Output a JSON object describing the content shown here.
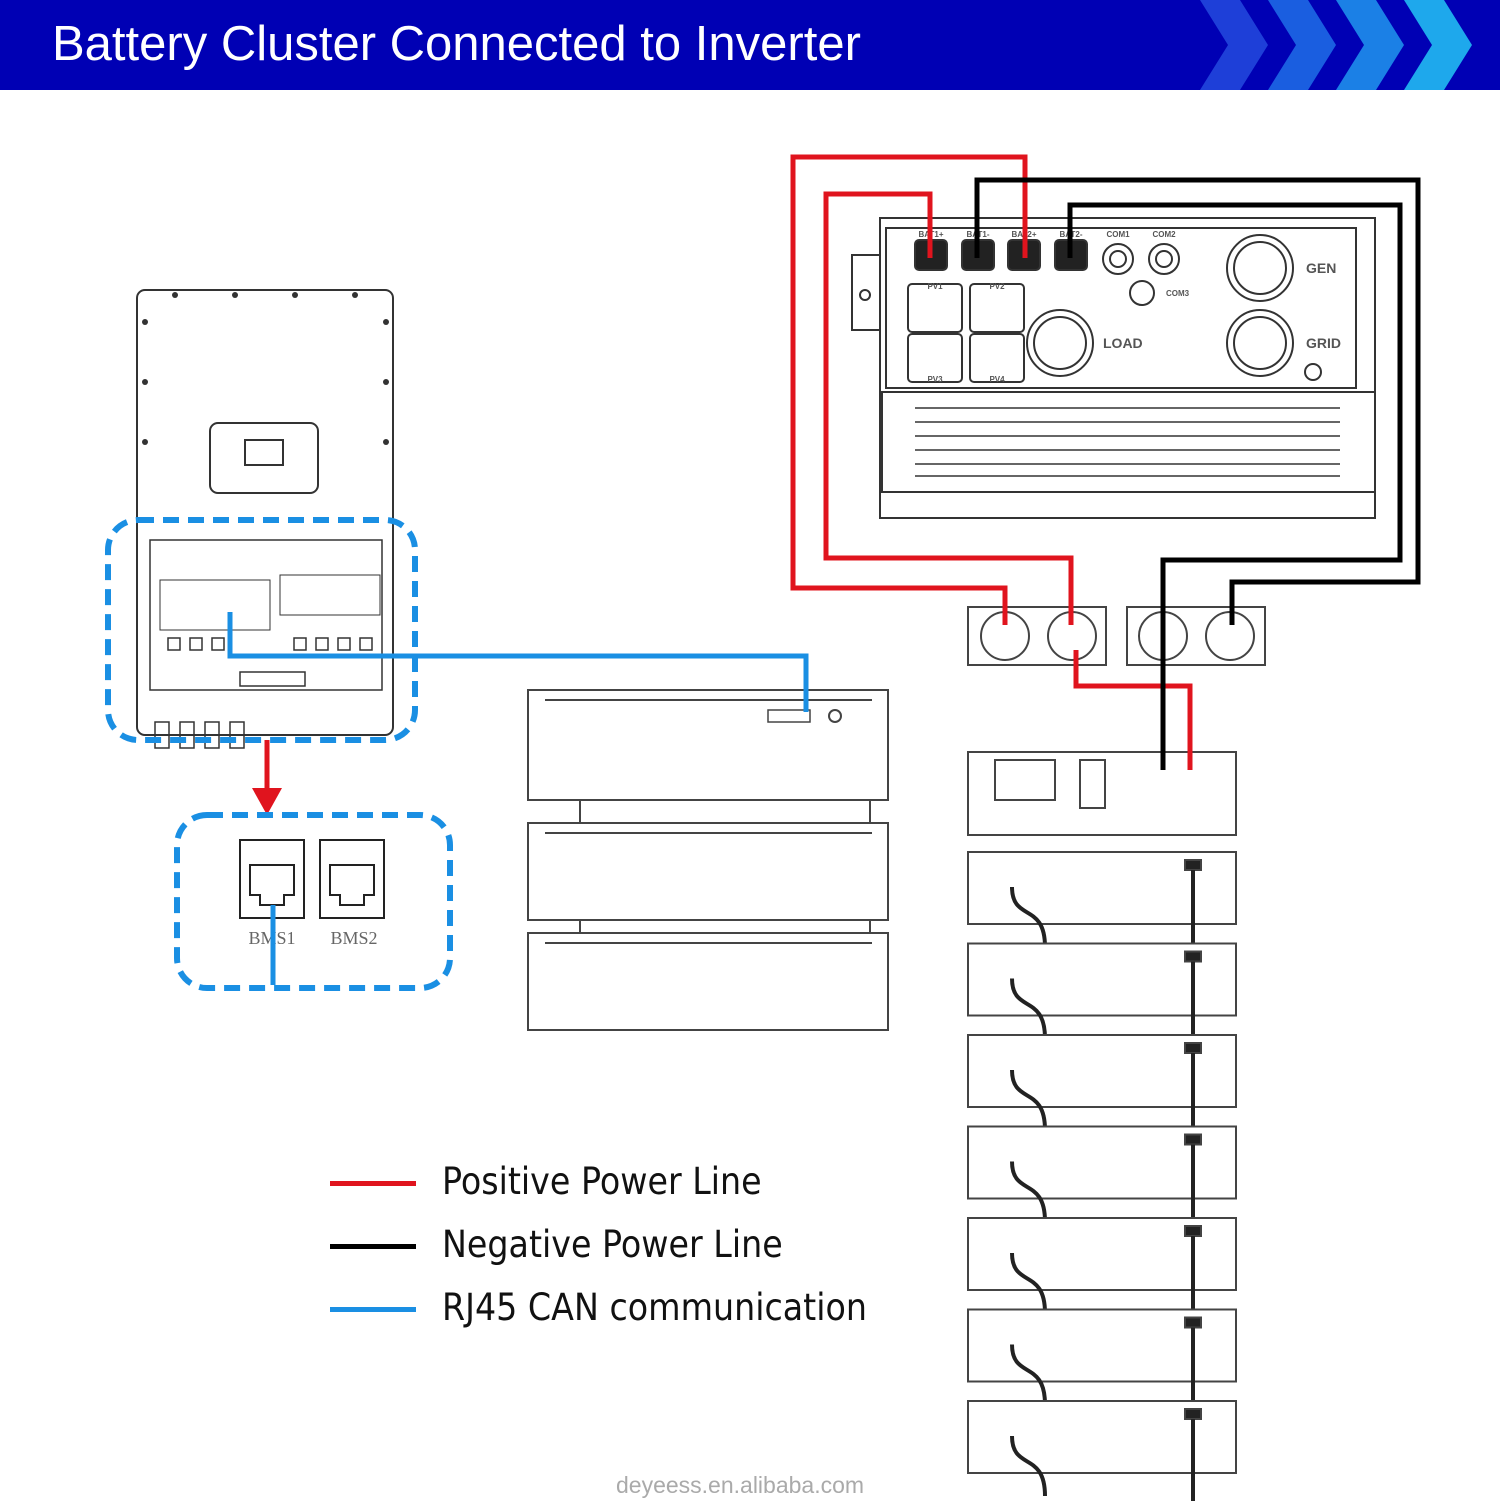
{
  "header": {
    "title": "Battery Cluster Connected to Inverter",
    "color": "#0000b4",
    "chevron_colors": [
      "#1e3fd8",
      "#1a5ee0",
      "#1b80e6",
      "#1ea8ec"
    ]
  },
  "inverter_ports": {
    "bat1_pos": "BAT1+",
    "bat1_neg": "BAT1-",
    "bat2_pos": "BAT2+",
    "bat2_neg": "BAT2-",
    "com1": "COM1",
    "com2": "COM2",
    "com3": "COM3",
    "pv1": "PV1",
    "pv2": "PV2",
    "pv3": "PV3",
    "pv4": "PV4",
    "load": "LOAD",
    "gen": "GEN",
    "grid": "GRID"
  },
  "bms_ports": {
    "bms1": "BMS1",
    "bms2": "BMS2"
  },
  "legend": [
    {
      "label": "Positive Power Line",
      "color": "#e0141e"
    },
    {
      "label": "Negative Power Line",
      "color": "#000000"
    },
    {
      "label": "RJ45 CAN communication",
      "color": "#1a8fe3"
    }
  ],
  "watermark": "deyeess.en.alibaba.com"
}
